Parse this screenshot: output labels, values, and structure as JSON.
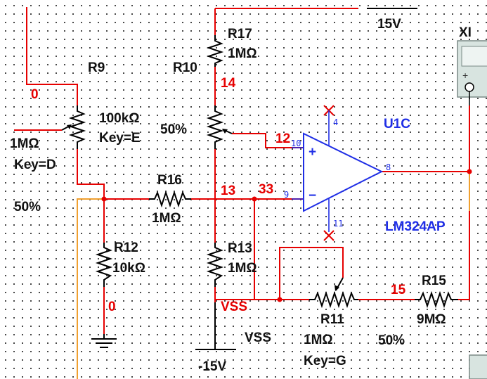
{
  "supplies": {
    "vcc_label": "15V",
    "vee_label": "-15V",
    "vss_net": "VSS",
    "vss_label": "VSS"
  },
  "r9": {
    "name": "R9",
    "value": "1MΩ",
    "key": "Key=D",
    "setting": "50%"
  },
  "r10": {
    "name": "R10",
    "value": "100kΩ",
    "key": "Key=E",
    "setting": "50%"
  },
  "r17": {
    "name": "R17",
    "value": "1MΩ"
  },
  "r16": {
    "name": "R16",
    "value": "1MΩ"
  },
  "r12": {
    "name": "R12",
    "value": "10kΩ"
  },
  "r13": {
    "name": "R13",
    "value": "1MΩ"
  },
  "r11": {
    "name": "R11",
    "value": "1MΩ",
    "key": "Key=G",
    "setting": "50%"
  },
  "r15": {
    "name": "R15",
    "value": "9MΩ"
  },
  "opamp": {
    "name": "U1C",
    "part": "LM324AP",
    "pins": {
      "noninv": "10",
      "inv": "9",
      "out": "8",
      "vplus": "4",
      "vminus": "11"
    },
    "plus_sign": "+",
    "minus_sign": "−"
  },
  "nets": {
    "n0_top": "0",
    "n0_bottom": "0",
    "n14": "14",
    "n12": "12",
    "n13": "13",
    "n33": "33",
    "n15": "15"
  },
  "instrument": {
    "label": "XI",
    "plus": "+"
  },
  "colors": {
    "wire_red": "#e60000",
    "wire_orange": "#f0a030",
    "label_blue": "#1f2ee6",
    "text": "#111111"
  }
}
